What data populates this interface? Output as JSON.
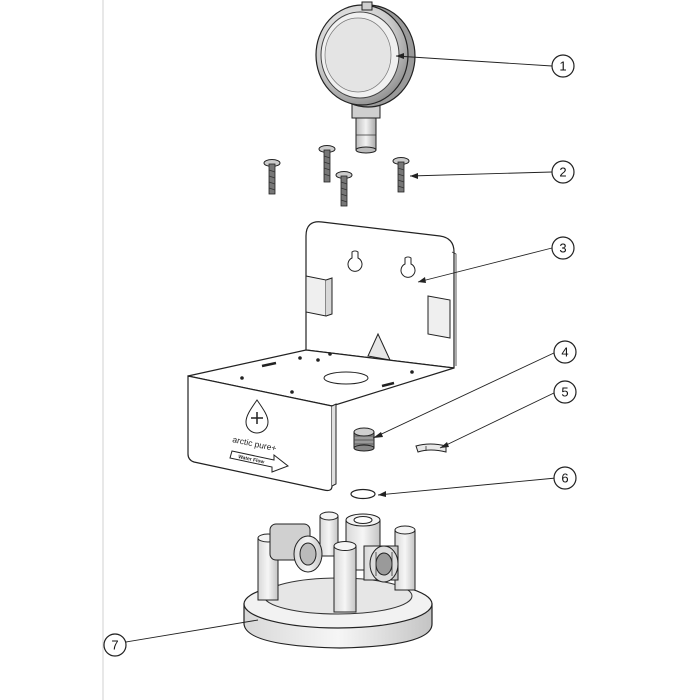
{
  "diagram": {
    "callouts": [
      {
        "number": "1",
        "part": "pressure-gauge"
      },
      {
        "number": "2",
        "part": "mounting-screws"
      },
      {
        "number": "3",
        "part": "mounting-bracket"
      },
      {
        "number": "4",
        "part": "fitting"
      },
      {
        "number": "5",
        "part": "retaining-clip"
      },
      {
        "number": "6",
        "part": "o-ring"
      },
      {
        "number": "7",
        "part": "filter-head"
      }
    ],
    "bracket_label": {
      "brand": "arctic pure+",
      "flow": "Water Flow"
    }
  }
}
